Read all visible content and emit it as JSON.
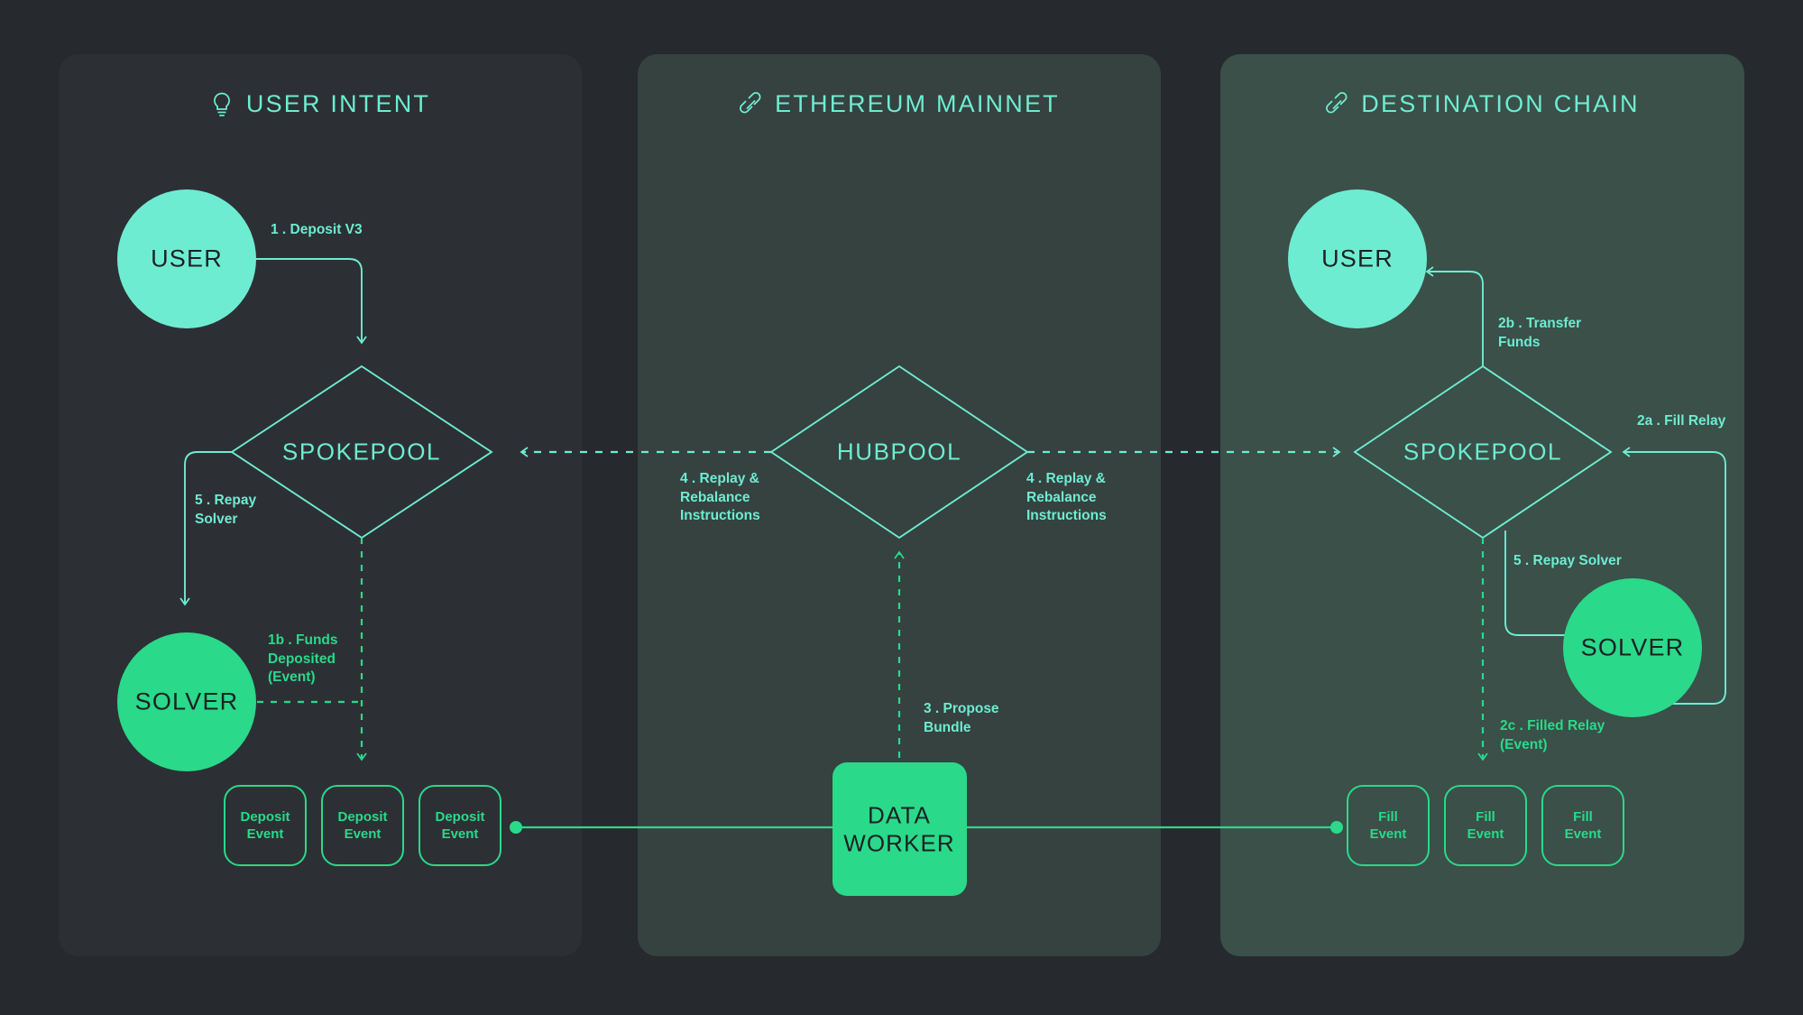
{
  "colors": {
    "page_bg": "#26292d",
    "panel_user_bg": "#2c3034",
    "panel_eth_bg": "#354240",
    "panel_dest_bg": "#3a5049",
    "mint": "#6eecd1",
    "green": "#2ad98a",
    "dark_text": "#1d2124"
  },
  "panels": [
    {
      "id": "user-intent",
      "title": "USER INTENT",
      "icon": "lightbulb-icon"
    },
    {
      "id": "ethereum-mainnet",
      "title": "ETHEREUM MAINNET",
      "icon": "link-icon"
    },
    {
      "id": "destination-chain",
      "title": "DESTINATION CHAIN",
      "icon": "link-icon"
    }
  ],
  "nodes": {
    "user_left": "USER",
    "solver_left": "SOLVER",
    "spokepool_left": "SPOKEPOOL",
    "hubpool": "HUBPOOL",
    "data_worker": "DATA\nWORKER",
    "user_right": "USER",
    "solver_right": "SOLVER",
    "spokepool_right": "SPOKEPOOL"
  },
  "event_boxes": {
    "deposit": [
      "Deposit\nEvent",
      "Deposit\nEvent",
      "Deposit\nEvent"
    ],
    "fill": [
      "Fill\nEvent",
      "Fill\nEvent",
      "Fill\nEvent"
    ]
  },
  "annotations": {
    "deposit_v3": "1 . Deposit V3",
    "funds_deposited": "1b . Funds\nDeposited\n(Event)",
    "repay_solver_left": "5 . Repay\nSolver",
    "replay_left": "4 . Replay &\nRebalance\nInstructions",
    "replay_right": "4 . Replay &\nRebalance\nInstructions",
    "propose_bundle": "3 . Propose\nBundle",
    "transfer_funds": "2b . Transfer\nFunds",
    "fill_relay": "2a . Fill Relay",
    "repay_solver_right": "5 . Repay Solver",
    "filled_relay": "2c . Filled Relay\n(Event)"
  }
}
